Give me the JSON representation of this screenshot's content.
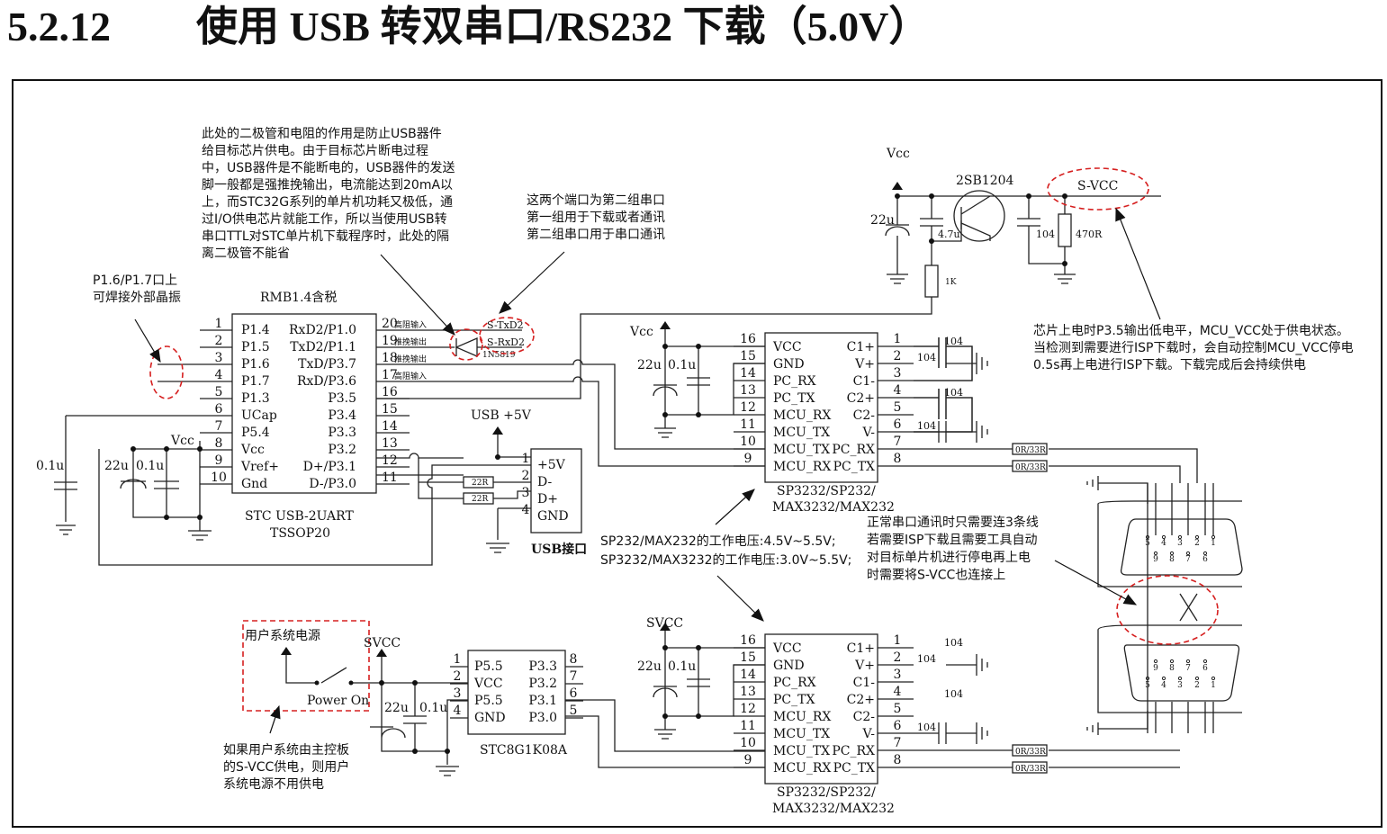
{
  "title": {
    "number": "5.2.12",
    "text": "使用 USB 转双串口/RS232 下载（5.0V）"
  },
  "notes": {
    "diode": [
      "此处的二极管和电阻的作用是防止USB器件",
      "给目标芯片供电。由于目标芯片断电过程",
      "中，USB器件是不能断电的，USB器件的发送",
      "脚一般都是强推挽输出，电流能达到20mA以",
      "上，而STC32G系列的单片机功耗又极低，通",
      "过I/O供电芯片就能工作，所以当使用USB转",
      "串口TTL对STC单片机下载程序时，此处的隔",
      "离二极管不能省"
    ],
    "ports": [
      "这两个端口为第二组串口",
      "第一组用于下载或者通讯",
      "第二组串口用于串口通讯"
    ],
    "xtal": [
      "P1.6/P1.7口上",
      "可焊接外部晶振"
    ],
    "svcc": [
      "芯片上电时P3.5输出低电平，MCU_VCC处于供电状态。",
      "当检测到需要进行ISP下载时，会自动控制MCU_VCC停电",
      "0.5s再上电进行ISP下载。下载完成后会持续供电"
    ],
    "voltage": [
      "SP232/MAX232的工作电压:4.5V~5.5V;",
      "SP3232/MAX3232的工作电压:3.0V~5.5V;"
    ],
    "rs232": [
      "正常串口通讯时只需要连3条线",
      "若需要ISP下载且需要工具自动",
      "对目标单片机进行停电再上电",
      "时需要将S-VCC也连接上"
    ],
    "user_power": [
      "如果用户系统由主控板",
      "的S-VCC供电，则用户",
      "系统电源不用供电"
    ]
  },
  "u1": {
    "price": "RMB1.4含税",
    "part": "STC USB-2UART",
    "package": "TSSOP20",
    "left_pins": [
      {
        "num": "1",
        "name": "P1.4"
      },
      {
        "num": "2",
        "name": "P1.5"
      },
      {
        "num": "3",
        "name": "P1.6"
      },
      {
        "num": "4",
        "name": "P1.7"
      },
      {
        "num": "5",
        "name": "P1.3"
      },
      {
        "num": "6",
        "name": "UCap"
      },
      {
        "num": "7",
        "name": "P5.4"
      },
      {
        "num": "8",
        "name": "Vcc"
      },
      {
        "num": "9",
        "name": "Vref+"
      },
      {
        "num": "10",
        "name": "Gnd"
      }
    ],
    "right_pins": [
      {
        "num": "20",
        "name": "RxD2/P1.0",
        "note": "高阻输入"
      },
      {
        "num": "19",
        "name": "TxD2/P1.1",
        "note": "推挽输出"
      },
      {
        "num": "18",
        "name": "TxD/P3.7",
        "note": "推挽输出"
      },
      {
        "num": "17",
        "name": "RxD/P3.6",
        "note": "高阻输入"
      },
      {
        "num": "16",
        "name": "P3.5"
      },
      {
        "num": "15",
        "name": "P3.4"
      },
      {
        "num": "14",
        "name": "P3.3"
      },
      {
        "num": "13",
        "name": "P3.2"
      },
      {
        "num": "12",
        "name": "D+/P3.1"
      },
      {
        "num": "11",
        "name": "D-/P3.0"
      }
    ]
  },
  "nets": {
    "s_txd2": "S-TxD2",
    "s_rxd2": "S-RxD2",
    "diode": "1N5819",
    "vcc": "Vcc",
    "usb_5v": "USB +5V",
    "svcc_net": "S-VCC",
    "svcc": "SVCC"
  },
  "u1_caps": {
    "c_ucap": "0.1u",
    "c_22u": "22u",
    "c_01u": "0.1u"
  },
  "usb": {
    "label": "USB接口",
    "pins": [
      {
        "num": "1",
        "name": "+5V"
      },
      {
        "num": "2",
        "name": "D-"
      },
      {
        "num": "3",
        "name": "D+"
      },
      {
        "num": "4",
        "name": "GND"
      }
    ],
    "r1": "22R",
    "r2": "22R"
  },
  "power_switch": {
    "transistor": "2SB1204",
    "c1": "22u",
    "c2": "4.7u",
    "r_base": "1K",
    "c3": "104",
    "r_load": "470R"
  },
  "max232": {
    "part_line1": "SP3232/SP232/",
    "part_line2": "MAX3232/MAX232",
    "left_pins": [
      {
        "num": "16",
        "name": "VCC"
      },
      {
        "num": "15",
        "name": "GND"
      },
      {
        "num": "14",
        "name": "PC_RX"
      },
      {
        "num": "13",
        "name": "PC_TX"
      },
      {
        "num": "12",
        "name": "MCU_RX"
      },
      {
        "num": "11",
        "name": "MCU_TX"
      },
      {
        "num": "10",
        "name": "MCU_TX"
      },
      {
        "num": "9",
        "name": "MCU_RX"
      }
    ],
    "right_pins": [
      {
        "num": "1",
        "name": "C1+"
      },
      {
        "num": "2",
        "name": "V+"
      },
      {
        "num": "3",
        "name": "C1-"
      },
      {
        "num": "4",
        "name": "C2+"
      },
      {
        "num": "5",
        "name": "C2-"
      },
      {
        "num": "6",
        "name": "V-"
      },
      {
        "num": "7",
        "name": "PC_RX"
      },
      {
        "num": "8",
        "name": "PC_TX"
      }
    ],
    "cap": "104",
    "res": "0R/33R",
    "c_22u": "22u",
    "c_01u": "0.1u"
  },
  "target": {
    "part": "STC8G1K08A",
    "user_power": "用户系统电源",
    "switch": "Power On",
    "c_22u": "22u",
    "c_01u": "0.1u",
    "left_pins": [
      {
        "num": "1",
        "name": "P5.5"
      },
      {
        "num": "2",
        "name": "VCC"
      },
      {
        "num": "3",
        "name": "P5.5"
      },
      {
        "num": "4",
        "name": "GND"
      }
    ],
    "right_pins": [
      {
        "num": "8",
        "name": "P3.3"
      },
      {
        "num": "7",
        "name": "P3.2"
      },
      {
        "num": "6",
        "name": "P3.1"
      },
      {
        "num": "5",
        "name": "P3.0"
      }
    ]
  },
  "db9": {
    "top_pins": [
      "5",
      "4",
      "3",
      "2",
      "1",
      "9",
      "8",
      "7",
      "6"
    ],
    "bottom_pins": [
      "9",
      "8",
      "7",
      "6",
      "5",
      "4",
      "3",
      "2",
      "1"
    ]
  },
  "colors": {
    "annotation_red": "#d62020",
    "wire": "#222222"
  }
}
